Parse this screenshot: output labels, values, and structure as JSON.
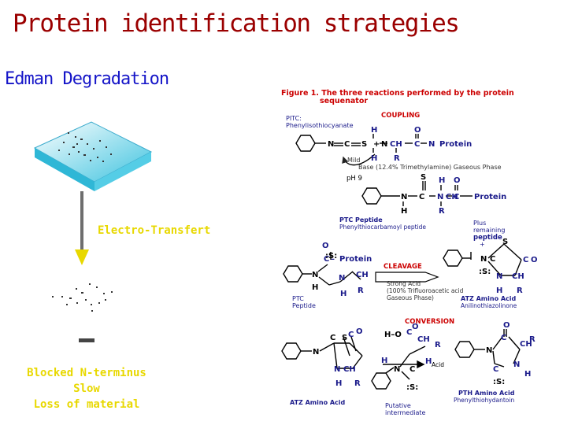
{
  "slide": {
    "title": "Protein identification strategies",
    "subtitle": "Edman Degradation",
    "electro_label": "Electro-Transfert",
    "notes": [
      "Blocked N-terminus",
      "Slow",
      "Loss of material"
    ]
  },
  "figure": {
    "caption_line1": "Figure 1.  The three reactions performed by the protein",
    "caption_line2": "sequenator",
    "coupling": {
      "heading": "COUPLING",
      "ptc_line1": "PITC:",
      "ptc_line2": "Phenylisothiocyanate",
      "protein": "Protein",
      "mild": "Mild",
      "base": "Base (12.4% Trimethylamine) Gaseous Phase",
      "ph": "pH 9",
      "ptc_peptide": "PTC Peptide",
      "ptc_peptide_sub": "Phenylthiocarbamoyl peptide"
    },
    "cleavage": {
      "heading": "CLEAVAGE",
      "protein": "Protein",
      "strong": "Strong Acid",
      "tfa": "(100% Trifluoroacetic acid",
      "gas": "Gaseous Phase)",
      "ptc_a": "PTC",
      "ptc_b": "Peptide",
      "plus1": "Plus",
      "plus2": "remaining",
      "plus3": "peptide",
      "atz": "ATZ Amino Acid",
      "atz_sub": "Anilinothiazolinone"
    },
    "conversion": {
      "heading": "CONVERSION",
      "acid": "Acid",
      "atz": "ATZ Amino Acid",
      "putative1": "Putative",
      "putative2": "intermediate",
      "pth": "PTH Amino Acid",
      "pth_sub": "Phenylthiohydantoin"
    }
  },
  "colors": {
    "title": "#9b0000",
    "subtitle": "#1515c8",
    "note": "#e8d800",
    "figure_heading": "#cc0000",
    "figure_text": "#1a1a8a",
    "membrane": "#3ec3df",
    "arrow": "#6e6e6e"
  }
}
